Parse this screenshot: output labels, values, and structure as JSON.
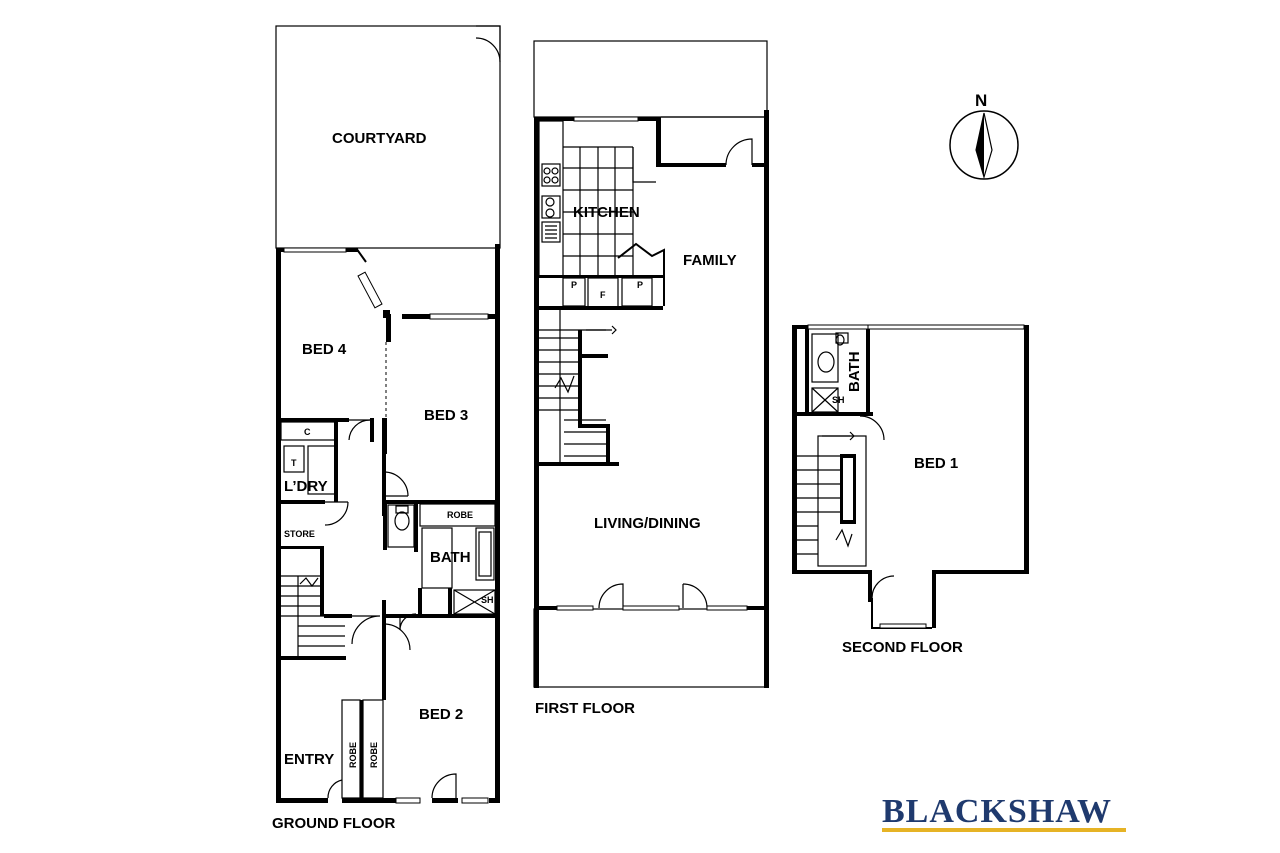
{
  "ground_floor": {
    "label": "GROUND FLOOR",
    "rooms": {
      "courtyard": "COURTYARD",
      "bed4": "BED 4",
      "bed3": "BED 3",
      "laundry": "L’DRY",
      "laundry_c": "C",
      "laundry_t": "T",
      "store": "STORE",
      "bath": "BATH",
      "bath_robe": "ROBE",
      "bath_sh": "SH",
      "bed2": "BED 2",
      "entry": "ENTRY",
      "robe1": "ROBE",
      "robe2": "ROBE"
    }
  },
  "first_floor": {
    "label": "FIRST FLOOR",
    "rooms": {
      "kitchen": "KITCHEN",
      "family": "FAMILY",
      "living": "LIVING/DINING",
      "pantry1": "P",
      "fridge": "F",
      "pantry2": "P"
    }
  },
  "second_floor": {
    "label": "SECOND FLOOR",
    "rooms": {
      "bed1": "BED 1",
      "bath": "BATH",
      "sh": "SH"
    }
  },
  "compass": {
    "label": "N",
    "icon": "north-arrow-icon"
  },
  "brand": {
    "name": "BLACKSHAW",
    "color": "#1f3a6e",
    "underline_color": "#e6b325"
  }
}
